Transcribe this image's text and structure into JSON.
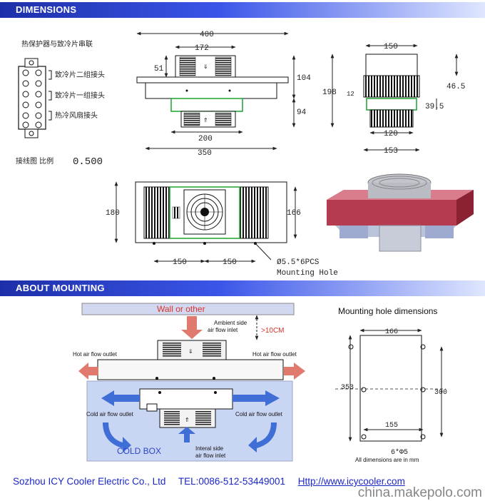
{
  "sections": {
    "dimensions": "DIMENSIONS",
    "mounting": "ABOUT MOUNTING"
  },
  "wiring": {
    "title": "热保护器与致冷片串联",
    "group2": "致冷片二组接头",
    "group1": "致冷片一组接头",
    "fan": "热冷风扇接头",
    "caption": "接线图 比例",
    "scale": "0.500"
  },
  "front_view": {
    "d400": "400",
    "d172": "172",
    "d51": "51",
    "d104": "104",
    "d94": "94",
    "d200": "200",
    "d350": "350"
  },
  "side_view": {
    "d150": "150",
    "d198": "198",
    "d12": "12",
    "d46_5": "46.5",
    "d39_5": "39.5",
    "d120": "120",
    "d153": "153"
  },
  "top_view": {
    "d180": "180",
    "d166": "166",
    "d150a": "150",
    "d150b": "150",
    "hole_spec": "Ø5.5*6PCS",
    "hole_label": "Mounting Hole"
  },
  "mounting": {
    "wall": "Wall or other",
    "ambient_inlet_1": "Ambient side",
    "ambient_inlet_2": "air flow inlet",
    "clearance": ">10CM",
    "hot_left": "Hot air flow outlet",
    "hot_right": "Hot air flow outlet",
    "cold_left": "Cold air flow outlet",
    "cold_right": "Cold air flow outlet",
    "cold_box": "COLD BOX",
    "internal_1": "Interal side",
    "internal_2": "air flow inlet"
  },
  "hole_dims": {
    "title": "Mounting hole dimensions",
    "d166": "166",
    "d353": "353",
    "d300": "300",
    "d155": "155",
    "holes": "6*Φ5",
    "note": "All dimensions are in mm"
  },
  "footer": {
    "company": "Sozhou ICY Cooler Electric Co., Ltd",
    "tel": "TEL:0086-512-53449001",
    "url": "Http://www.icycooler.com"
  },
  "watermark": "china.makepolo.com",
  "colors": {
    "header_blue": "#1d2fa8",
    "cold_air": "#3f6fd6",
    "hot_air": "#e07a6e",
    "cold_box_fill": "#c9d6f3",
    "green_outline": "#27a83a",
    "footer_blue": "#1a27c8"
  }
}
